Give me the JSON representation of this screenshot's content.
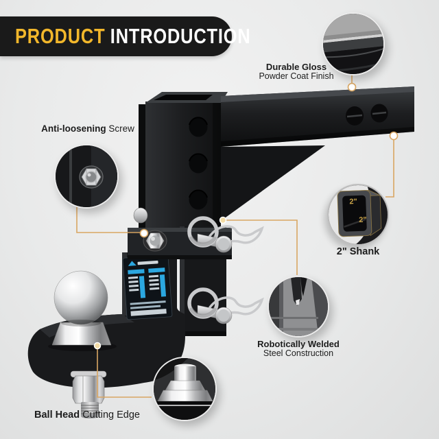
{
  "banner": {
    "title_accent": "PRODUCT",
    "title_rest": "INTRODUCTION"
  },
  "callouts": {
    "gloss": {
      "title": "Durable Gloss",
      "subtitle": "Powder Coat Finish"
    },
    "screw": {
      "title": "Anti-loosening",
      "subtitle": "Screw"
    },
    "shank": {
      "title": "2\" Shank",
      "dim_top": "2\"",
      "dim_inner": "2\""
    },
    "weld": {
      "title": "Robotically Welded",
      "subtitle": "Steel Construction"
    },
    "ball": {
      "title": "Ball Head",
      "subtitle": "Cutting Edge"
    }
  },
  "colors": {
    "background": "#e9eaea",
    "banner_bg": "#1a1a1a",
    "banner_accent": "#F2B72B",
    "banner_text": "#ffffff",
    "connector_line": "#D9A662",
    "label_text": "#1c1c1c",
    "shank_dim_text": "#C9A348",
    "spec_label_blue": "#2BA7E0",
    "product_black": "#1b1c1e",
    "chrome": "#d9d9d9"
  }
}
